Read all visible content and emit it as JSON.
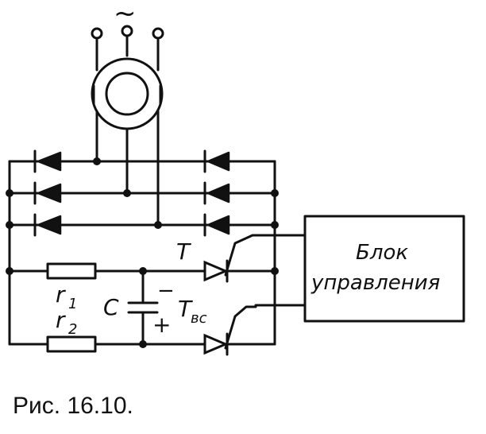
{
  "source_symbol": "~",
  "block": {
    "line1": "Блок",
    "line2": "управления"
  },
  "labels": {
    "T": "T",
    "r1": "r",
    "r1_sub": "1",
    "r2": "r",
    "r2_sub": "2",
    "C": "C",
    "minus": "−",
    "plus": "+",
    "Tvc": "T",
    "Tvc_sub": "вс"
  },
  "caption": "Рис. 16.10."
}
